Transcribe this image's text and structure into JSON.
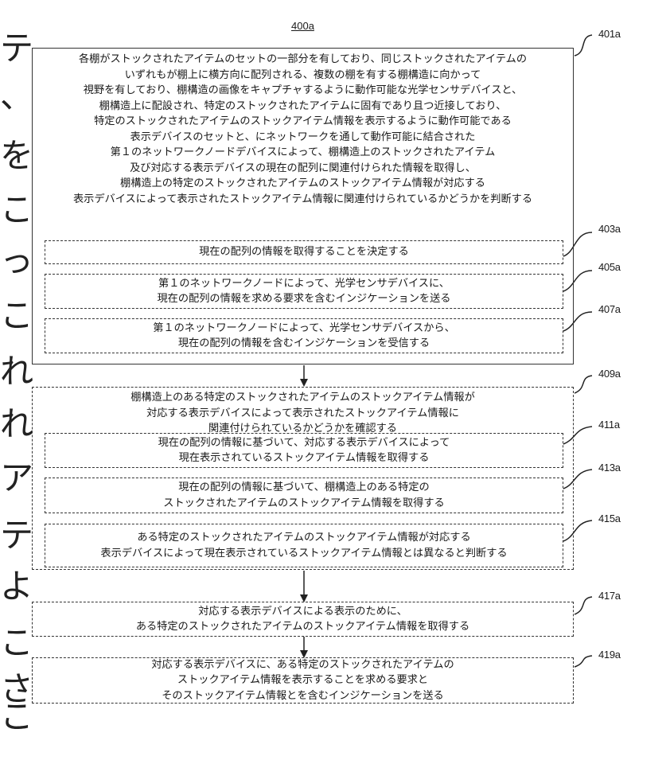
{
  "figure_id": "400a",
  "side_text": [
    "テ",
    "、",
    "を",
    "こ",
    "っ",
    "こ",
    "れ",
    "れ",
    "ア",
    "テ",
    "よ",
    "こ",
    "さ",
    "こ"
  ],
  "blocks": {
    "b401": {
      "label": "401a",
      "lines": [
        "各棚がストックされたアイテムのセットの一部分を有しており、同じストックされたアイテムの",
        "いずれもが棚上に横方向に配列される、複数の棚を有する棚構造に向かって",
        "視野を有しており、棚構造の画像をキャプチャするように動作可能な光学センサデバイスと、",
        "棚構造上に配設され、特定のストックされたアイテムに固有であり且つ近接しており、",
        "特定のストックされたアイテムのストックアイテム情報を表示するように動作可能である",
        "表示デバイスのセットと、にネットワークを通して動作可能に結合された",
        "第１のネットワークノードデバイスによって、棚構造上のストックされたアイテム",
        "及び対応する表示デバイスの現在の配列に関連付けられた情報を取得し、",
        "棚構造上の特定のストックされたアイテムのストックアイテム情報が対応する",
        "表示デバイスによって表示されたストックアイテム情報に関連付けられているかどうかを判断する"
      ]
    },
    "b403": {
      "label": "403a",
      "lines": [
        "現在の配列の情報を取得することを決定する"
      ]
    },
    "b405": {
      "label": "405a",
      "lines": [
        "第１のネットワークノードによって、光学センサデバイスに、",
        "現在の配列の情報を求める要求を含むインジケーションを送る"
      ]
    },
    "b407": {
      "label": "407a",
      "lines": [
        "第１のネットワークノードによって、光学センサデバイスから、",
        "現在の配列の情報を含むインジケーションを受信する"
      ]
    },
    "b409": {
      "label": "409a",
      "lines": [
        "棚構造上のある特定のストックされたアイテムのストックアイテム情報が",
        "対応する表示デバイスによって表示されたストックアイテム情報に",
        "関連付けられているかどうかを確認する"
      ]
    },
    "b411": {
      "label": "411a",
      "lines": [
        "現在の配列の情報に基づいて、対応する表示デバイスによって",
        "現在表示されているストックアイテム情報を取得する"
      ]
    },
    "b413": {
      "label": "413a",
      "lines": [
        "現在の配列の情報に基づいて、棚構造上のある特定の",
        "ストックされたアイテムのストックアイテム情報を取得する"
      ]
    },
    "b415": {
      "label": "415a",
      "lines": [
        "ある特定のストックされたアイテムのストックアイテム情報が対応する",
        "表示デバイスによって現在表示されているストックアイテム情報とは異なると判断する"
      ]
    },
    "b417": {
      "label": "417a",
      "lines": [
        "対応する表示デバイスによる表示のために、",
        "ある特定のストックされたアイテムのストックアイテム情報を取得する"
      ]
    },
    "b419": {
      "label": "419a",
      "lines": [
        "対応する表示デバイスに、ある特定のストックされたアイテムの",
        "ストックアイテム情報を表示することを求める要求と",
        "そのストックアイテム情報とを含むインジケーションを送る"
      ]
    }
  }
}
